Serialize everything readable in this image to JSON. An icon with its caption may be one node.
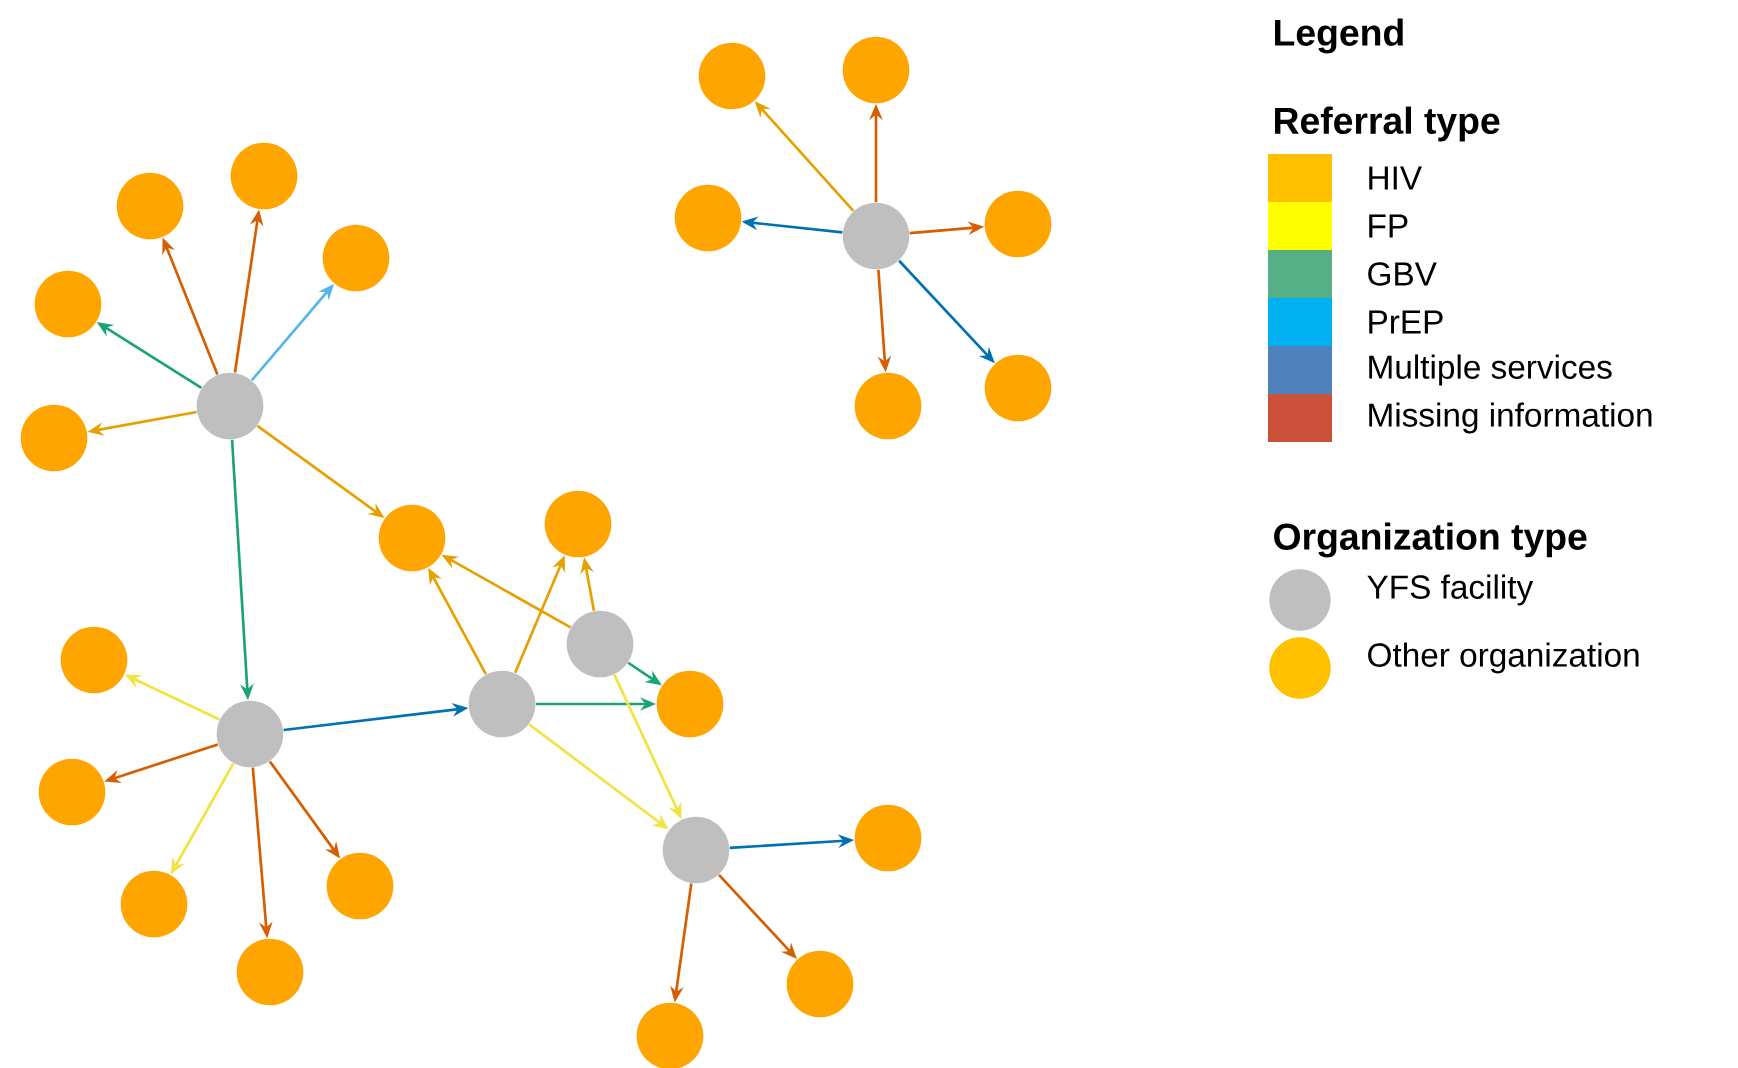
{
  "diagram": {
    "nodes": [
      {
        "text": [],
        "shape": "circle"
      },
      {
        "text": [],
        "shape": "circle"
      },
      {
        "text": [],
        "shape": "circle"
      },
      {
        "text": [],
        "shape": "circle"
      },
      {
        "text": [],
        "shape": "circle"
      },
      {
        "text": [],
        "shape": "circle"
      },
      {
        "text": [],
        "shape": "circle"
      },
      {
        "text": [],
        "shape": "circle"
      },
      {
        "text": [],
        "shape": "circle"
      },
      {
        "text": [],
        "shape": "circle"
      },
      {
        "text": [],
        "shape": "circle"
      },
      {
        "text": [],
        "shape": "circle"
      },
      {
        "text": [],
        "shape": "circle"
      },
      {
        "text": [],
        "shape": "circle"
      },
      {
        "text": [],
        "shape": "circle"
      },
      {
        "text": [],
        "shape": "circle"
      },
      {
        "text": [],
        "shape": "circle"
      },
      {
        "text": [],
        "shape": "circle"
      },
      {
        "text": [],
        "shape": "circle"
      },
      {
        "text": [],
        "shape": "circle"
      },
      {
        "text": [],
        "shape": "circle"
      },
      {
        "text": [],
        "shape": "circle"
      },
      {
        "text": [],
        "shape": "circle"
      },
      {
        "text": [],
        "shape": "circle"
      },
      {
        "text": [],
        "shape": "circle"
      },
      {
        "text": [],
        "shape": "circle"
      },
      {
        "text": [],
        "shape": "circle"
      },
      {
        "text": [],
        "shape": "circle"
      }
    ],
    "edges": [
      {
        "from": 0,
        "to": 6,
        "arrow": "to"
      },
      {
        "from": 0,
        "to": 7,
        "arrow": "to"
      },
      {
        "from": 0,
        "to": 8,
        "arrow": "to",
        "color": "#56b4e9"
      },
      {
        "from": 0,
        "to": 9,
        "arrow": "to",
        "color": "#1aa37a"
      },
      {
        "from": 0,
        "to": 10,
        "arrow": "to",
        "color": "#e6a000"
      },
      {
        "from": 0,
        "to": 11,
        "arrow": "to",
        "color": "#e6a000"
      },
      {
        "from": 0,
        "to": 1,
        "arrow": "to",
        "color": "#1aa37a"
      },
      {
        "from": 1,
        "to": 14,
        "arrow": "to",
        "color": "#f0e442"
      },
      {
        "from": 1,
        "to": 15,
        "arrow": "to"
      },
      {
        "from": 1,
        "to": 16,
        "arrow": "to",
        "color": "#f0e442"
      },
      {
        "from": 1,
        "to": 17,
        "arrow": "to"
      },
      {
        "from": 1,
        "to": 18,
        "arrow": "to"
      },
      {
        "from": 1,
        "to": 2,
        "arrow": "to",
        "color": "#0072b2"
      },
      {
        "from": 2,
        "to": 11,
        "arrow": "to",
        "color": "#e6a000"
      },
      {
        "from": 2,
        "to": 12,
        "arrow": "to",
        "color": "#e6a000"
      },
      {
        "from": 2,
        "to": 13,
        "arrow": "to",
        "color": "#1aa37a"
      },
      {
        "from": 2,
        "to": 4,
        "arrow": "to",
        "color": "#f0e442"
      },
      {
        "from": 3,
        "to": 11,
        "arrow": "to",
        "color": "#e6a000"
      },
      {
        "from": 3,
        "to": 12,
        "arrow": "to",
        "color": "#e6a000"
      },
      {
        "from": 3,
        "to": 13,
        "arrow": "to",
        "color": "#1aa37a"
      },
      {
        "from": 3,
        "to": 4,
        "arrow": "to",
        "color": "#f0e442"
      },
      {
        "from": 4,
        "to": 19,
        "arrow": "to",
        "color": "#0072b2"
      },
      {
        "from": 4,
        "to": 20,
        "arrow": "to"
      },
      {
        "from": 4,
        "to": 21,
        "arrow": "to"
      },
      {
        "from": 5,
        "to": 22,
        "arrow": "to",
        "color": "#e6a000"
      },
      {
        "from": 5,
        "to": 23,
        "arrow": "to"
      },
      {
        "from": 5,
        "to": 24,
        "arrow": "to",
        "color": "#0072b2"
      },
      {
        "from": 5,
        "to": 25,
        "arrow": "to"
      },
      {
        "from": 5,
        "to": 26,
        "arrow": "to"
      },
      {
        "from": 5,
        "to": 27,
        "arrow": "to",
        "color": "#0072b2"
      }
    ],
    "labels": [
      "Legend",
      "Referral type",
      "Organization type"
    ],
    "legend": [
      {
        "text": "HIV",
        "color": "#ffc000"
      },
      {
        "text": "FP",
        "color": "#ffff00"
      },
      {
        "text": "GBV",
        "color": "#55b088"
      },
      {
        "text": "PrEP",
        "color": "#00b0f0"
      },
      {
        "text": "Multiple services",
        "color": "#4f81bd"
      },
      {
        "text": "Missing information",
        "color": "#cc513b"
      },
      {
        "text": "YFS facility"
      },
      {
        "text": "Other organization"
      }
    ]
  }
}
